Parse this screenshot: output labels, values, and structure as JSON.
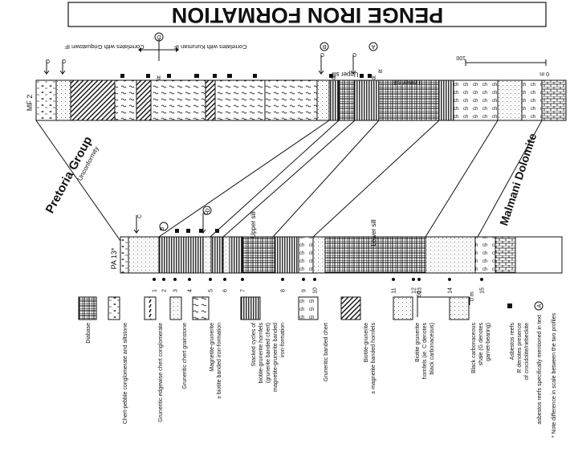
{
  "title": "PENGE IRON FORMATION",
  "labels": {
    "pretoria_group": "Pretoria Group",
    "unconformity": "Unconformity",
    "malmani": "Malmani Dolomite",
    "mf2": "MF 2",
    "pa13": "PA 13*",
    "upper_sill": "Upper sill",
    "lower_sill": "Lower sill",
    "correlates_griquatown": "Correlates with Griquatown IF",
    "correlates_kuruman": "Correlates with Kuruman IF",
    "scale_top_100": "100",
    "scale_top_0": "0 m",
    "scale_bot_50": "50",
    "scale_bot_0": "0 m"
  },
  "markers": {
    "A": "A",
    "B": "B",
    "C": "C",
    "D": "D",
    "c": "c",
    "R": "R",
    "ch": "ch"
  },
  "sample_numbers": [
    "1",
    "2",
    "3",
    "4",
    "5",
    "6",
    "7",
    "8",
    "9",
    "10",
    "11",
    "12",
    "13",
    "14",
    "15"
  ],
  "legend": {
    "diabase": "Diabase",
    "chert_pebble": "Chert-pebble conglomerate and siltstone",
    "grunerite_edgewise": "Gruneritic edgewise chert conglomerate",
    "grunerite_chert_grainstone": "Gruneritic chert grainstone",
    "magnetite_grunerite_1": "Magnetite-grunerite",
    "magnetite_grunerite_2": "± biotite banded iron-formation",
    "stacked_1": "Stacked cycles of",
    "stacked_2": "biotite-grunerite hornfels",
    "stacked_3": "(grunerite banded chert)",
    "stacked_4": "magnetite-grunerite banded",
    "stacked_5": "iron-formation",
    "grunerite_banded_chert": "Gruneritic banded chert",
    "biotite_grunerite_1": "Biotite-grunerite",
    "biotite_grunerite_2": "± magnetite banded hornfels",
    "biotite_hornfels_1": "Biotite grunerite",
    "biotite_hornfels_2": "hornfels (ie. C denotes",
    "biotite_hornfels_3": "black carbonaceous)",
    "black_shale_1": "Black carbonaceous",
    "black_shale_2": "shale (G denotes",
    "black_shale_3": "garnet-bearing)",
    "asbestos_1": "Asbestos reefs",
    "asbestos_2": "R denotes presence",
    "asbestos_3": "of crocidolite/riebeckite",
    "asbestos_note": "asbestos reefs specifically mentioned in text",
    "scale_note": "* Note difference in scale between the two profiles"
  }
}
